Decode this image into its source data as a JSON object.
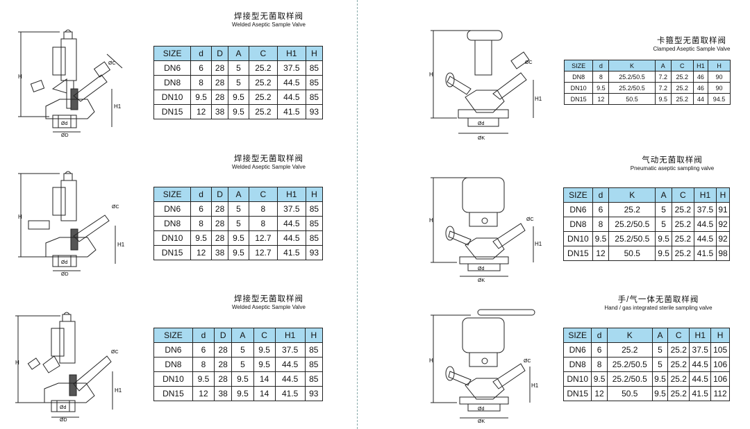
{
  "sections": [
    {
      "title_cn": "焊接型无菌取样阀",
      "title_en": "Welded Aseptic Sample Valve",
      "columns": [
        "SIZE",
        "d",
        "D",
        "A",
        "C",
        "H1",
        "H"
      ],
      "rows": [
        [
          "DN6",
          "6",
          "28",
          "5",
          "25.2",
          "37.5",
          "85"
        ],
        [
          "DN8",
          "8",
          "28",
          "5",
          "25.2",
          "44.5",
          "85"
        ],
        [
          "DN10",
          "9.5",
          "28",
          "9.5",
          "25.2",
          "44.5",
          "85"
        ],
        [
          "DN15",
          "12",
          "38",
          "9.5",
          "25.2",
          "41.5",
          "93"
        ]
      ]
    },
    {
      "title_cn": "焊接型无菌取样阀",
      "title_en": "Welded Aseptic Sample Valve",
      "columns": [
        "SIZE",
        "d",
        "D",
        "A",
        "C",
        "H1",
        "H"
      ],
      "rows": [
        [
          "DN6",
          "6",
          "28",
          "5",
          "8",
          "37.5",
          "85"
        ],
        [
          "DN8",
          "8",
          "28",
          "5",
          "8",
          "44.5",
          "85"
        ],
        [
          "DN10",
          "9.5",
          "28",
          "9.5",
          "12.7",
          "44.5",
          "85"
        ],
        [
          "DN15",
          "12",
          "38",
          "9.5",
          "12.7",
          "41.5",
          "93"
        ]
      ]
    },
    {
      "title_cn": "焊接型无菌取样阀",
      "title_en": "Welded Aseptic Sample Valve",
      "columns": [
        "SIZE",
        "d",
        "D",
        "A",
        "C",
        "H1",
        "H"
      ],
      "rows": [
        [
          "DN6",
          "6",
          "28",
          "5",
          "9.5",
          "37.5",
          "85"
        ],
        [
          "DN8",
          "8",
          "28",
          "5",
          "9.5",
          "44.5",
          "85"
        ],
        [
          "DN10",
          "9.5",
          "28",
          "9.5",
          "14",
          "44.5",
          "85"
        ],
        [
          "DN15",
          "12",
          "38",
          "9.5",
          "14",
          "41.5",
          "93"
        ]
      ]
    },
    {
      "title_cn": "卡箍型无菌取样阀",
      "title_en": "Clamped Aseptic Sample Valve",
      "columns": [
        "SIZE",
        "d",
        "K",
        "A",
        "C",
        "H1",
        "H"
      ],
      "rows": [
        [
          "DN8",
          "8",
          "25.2/50.5",
          "7.2",
          "25.2",
          "46",
          "90"
        ],
        [
          "DN10",
          "9.5",
          "25.2/50.5",
          "7.2",
          "25.2",
          "46",
          "90"
        ],
        [
          "DN15",
          "12",
          "50.5",
          "9.5",
          "25.2",
          "44",
          "94.5"
        ]
      ]
    },
    {
      "title_cn": "气动无菌取样阀",
      "title_en": "Pneumatic aseptic sampling valve",
      "columns": [
        "SIZE",
        "d",
        "K",
        "A",
        "C",
        "H1",
        "H"
      ],
      "rows": [
        [
          "DN6",
          "6",
          "25.2",
          "5",
          "25.2",
          "37.5",
          "91"
        ],
        [
          "DN8",
          "8",
          "25.2/50.5",
          "5",
          "25.2",
          "44.5",
          "92"
        ],
        [
          "DN10",
          "9.5",
          "25.2/50.5",
          "9.5",
          "25.2",
          "44.5",
          "92"
        ],
        [
          "DN15",
          "12",
          "50.5",
          "9.5",
          "25.2",
          "41.5",
          "98"
        ]
      ]
    },
    {
      "title_cn": "手/气一体无菌取样阀",
      "title_en": "Hand / gas integrated sterile sampling valve",
      "columns": [
        "SIZE",
        "d",
        "K",
        "A",
        "C",
        "H1",
        "H"
      ],
      "rows": [
        [
          "DN6",
          "6",
          "25.2",
          "5",
          "25.2",
          "37.5",
          "105"
        ],
        [
          "DN8",
          "8",
          "25.2/50.5",
          "5",
          "25.2",
          "44.5",
          "106"
        ],
        [
          "DN10",
          "9.5",
          "25.2/50.5",
          "9.5",
          "25.2",
          "44.5",
          "106"
        ],
        [
          "DN15",
          "12",
          "50.5",
          "9.5",
          "25.2",
          "41.5",
          "112"
        ]
      ]
    }
  ],
  "drawings": {
    "welded": {
      "h": "H",
      "h1": "H1",
      "c": "ØC",
      "d": "Ød",
      "D": "ØD"
    },
    "clamped": {
      "h": "H",
      "h1": "H1",
      "c": "ØC",
      "d": "Ød",
      "k": "ØK"
    }
  },
  "colors": {
    "header_fill": "#a8daf0",
    "line": "#222222"
  }
}
